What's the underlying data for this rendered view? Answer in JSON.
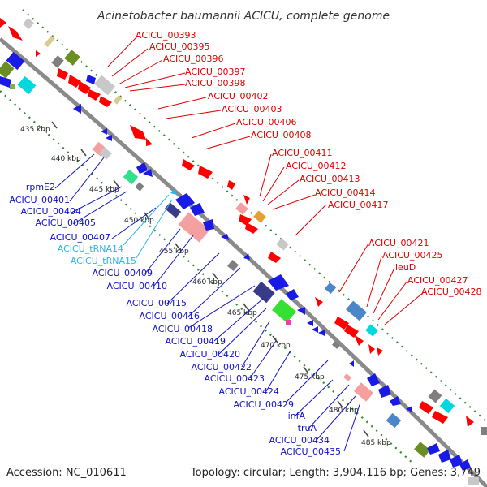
{
  "title": "Acinetobacter baumannii ACICU, complete genome",
  "footer": {
    "accession": "Accession: NC_010611",
    "summary": "Topology: circular; Length: 3,904,116 bp; Genes: 3,749"
  },
  "colors": {
    "forward_labels": "#e00000",
    "reverse_labels": "#1010c8",
    "trna_labels": "#29b6e8",
    "backbone": "#8a8a8a",
    "guide_dots": "#2e8b2e"
  },
  "ticks": [
    "435 kbp",
    "440 kbp",
    "445 kbp",
    "450 kbp",
    "455 kbp",
    "460 kbp",
    "465 kbp",
    "470 kbp",
    "475 kbp",
    "480 kbp",
    "485 kbp"
  ],
  "forward_labels": [
    "ACICU_00393",
    "ACICU_00395",
    "ACICU_00396",
    "ACICU_00397",
    "ACICU_00398",
    "ACICU_00402",
    "ACICU_00403",
    "ACICU_00406",
    "ACICU_00408",
    "ACICU_00411",
    "ACICU_00412",
    "ACICU_00413",
    "ACICU_00414",
    "ACICU_00417",
    "ACICU_00421",
    "ACICU_00425",
    "leuD",
    "ACICU_00427",
    "ACICU_00428"
  ],
  "reverse_labels": [
    "rpmE2",
    "ACICU_00401",
    "ACICU_00404",
    "ACICU_00405",
    "ACICU_00407",
    "ACICU_tRNA14",
    "ACICU_tRNA15",
    "ACICU_00409",
    "ACICU_00410",
    "ACICU_00415",
    "ACICU_00416",
    "ACICU_00418",
    "ACICU_00419",
    "ACICU_00420",
    "ACICU_00422",
    "ACICU_00423",
    "ACICU_00424",
    "ACICU_00429",
    "infA",
    "truA",
    "ACICU_00434",
    "ACICU_00435"
  ]
}
